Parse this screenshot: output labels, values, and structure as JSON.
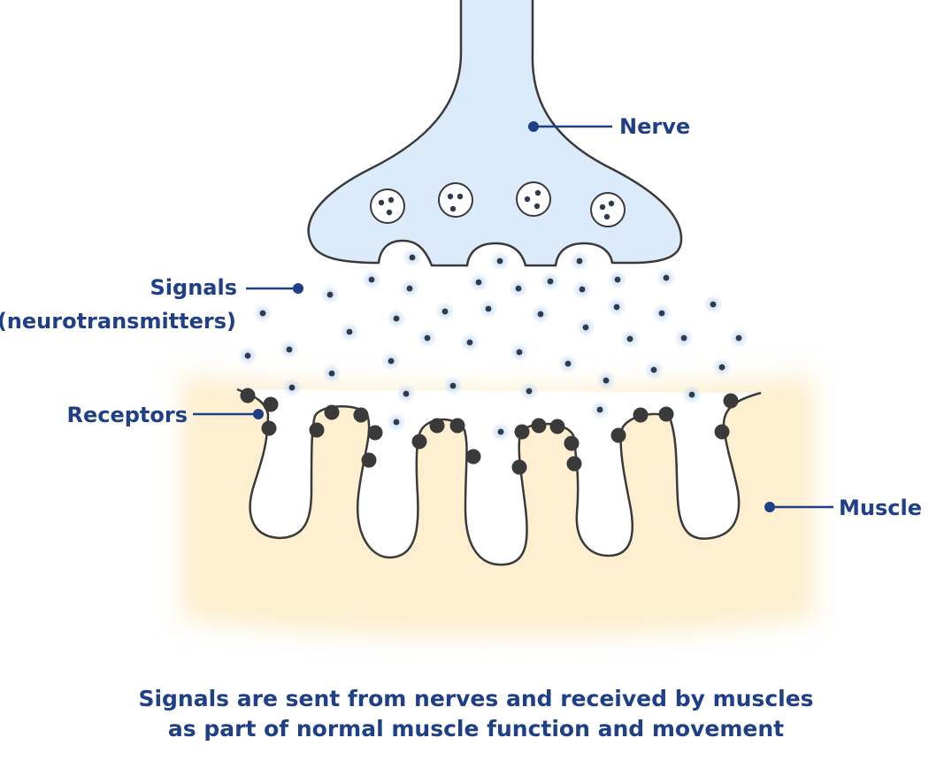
{
  "labels": {
    "nerve": "Nerve",
    "signals_line1": "Signals",
    "signals_line2": "(neurotransmitters)",
    "receptors": "Receptors",
    "muscle": "Muscle"
  },
  "caption": {
    "line1": "Signals are sent from nerves and received by muscles",
    "line2": "as part of normal muscle function and movement"
  },
  "colors": {
    "label_text": "#1f3f87",
    "outline": "#3a3a3a",
    "nerve_fill": "#dcebfb",
    "muscle_fill": "#fdefcf",
    "molecule": "#2f3a4a",
    "molecule_glow": "#bcd6f3",
    "receptor": "#3a3a3a"
  }
}
